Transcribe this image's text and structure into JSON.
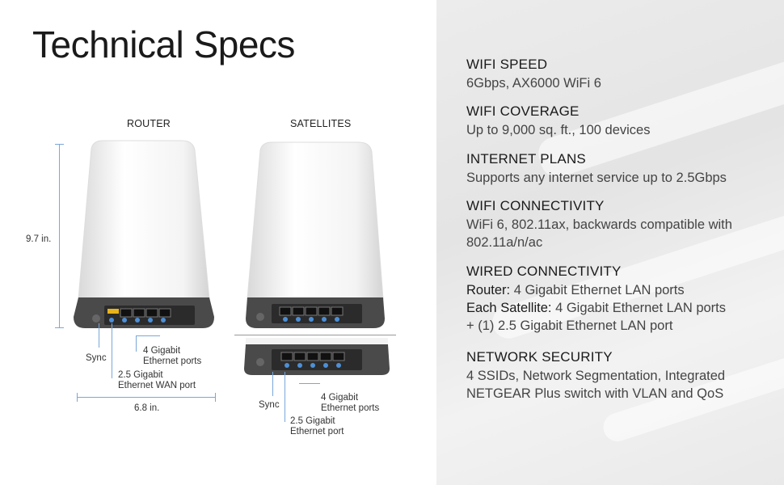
{
  "title": "Technical Specs",
  "labels": {
    "router": "ROUTER",
    "satellites": "SATELLITES",
    "height": "9.7 in.",
    "width": "6.8 in.",
    "router_sync": "Sync",
    "router_ports": "4 Gigabit\nEthernet ports",
    "router_wan": "2.5 Gigabit\nEthernet WAN port",
    "sat_sync": "Sync",
    "sat_ports": "4 Gigabit\nEthernet ports",
    "sat_eth": "2.5 Gigabit\nEthernet port"
  },
  "specs": [
    {
      "heading": "WIFI SPEED",
      "lines": [
        "6Gbps, AX6000 WiFi 6"
      ]
    },
    {
      "heading": "WIFI COVERAGE",
      "lines": [
        "Up to 9,000 sq. ft., 100 devices"
      ]
    },
    {
      "heading": "INTERNET PLANS",
      "lines": [
        "Supports any internet service up to 2.5Gbps"
      ]
    },
    {
      "heading": "WIFI CONNECTIVITY",
      "lines": [
        "WiFi 6, 802.11ax, backwards compatible with",
        "802.11a/n/ac"
      ]
    },
    {
      "heading": "WIRED CONNECTIVITY",
      "rows": [
        {
          "bold": "Router:",
          "text": " 4 Gigabit Ethernet LAN ports"
        },
        {
          "bold": "Each Satellite:",
          "text": " 4 Gigabit Ethernet LAN ports"
        },
        {
          "bold": "",
          "text": "+ (1) 2.5 Gigabit Ethernet LAN port"
        }
      ]
    },
    {
      "heading": "NETWORK SECURITY",
      "lines": [
        "4 SSIDs, Network Segmentation, Integrated",
        "NETGEAR Plus switch with VLAN and QoS"
      ]
    }
  ]
}
